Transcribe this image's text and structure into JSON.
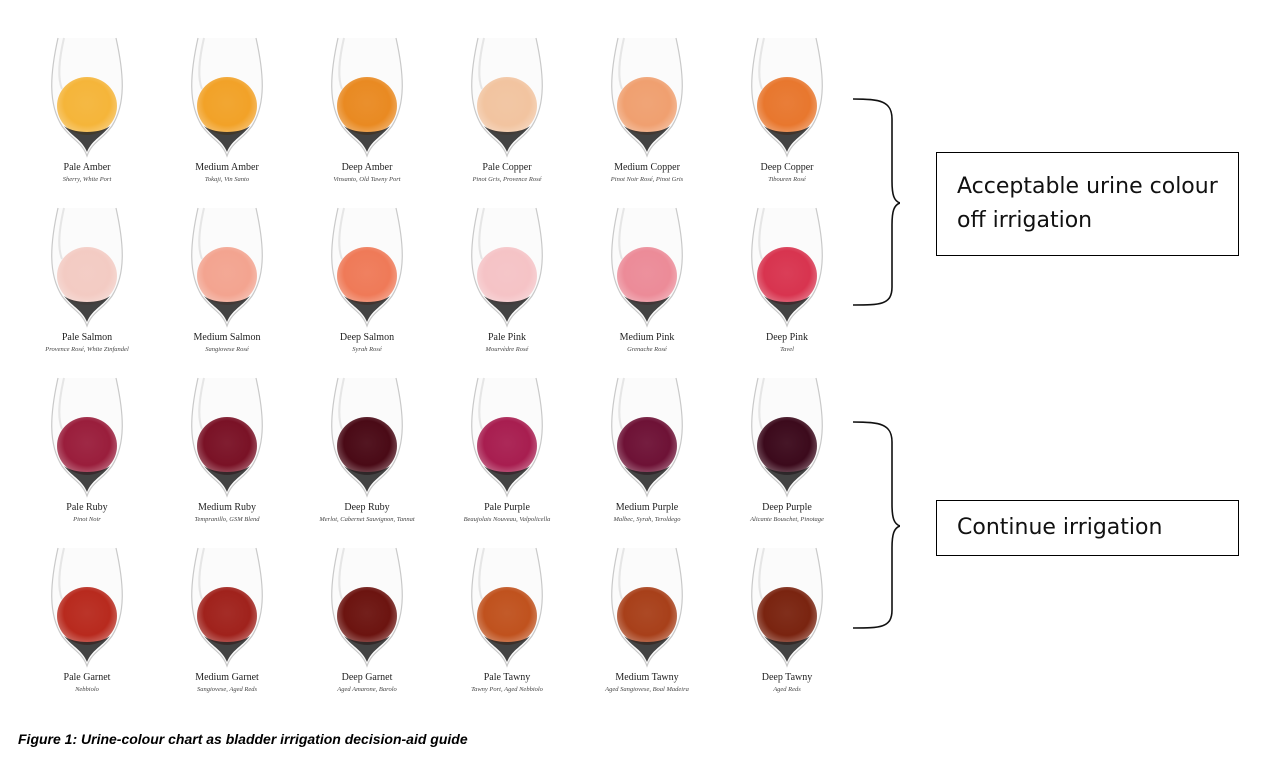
{
  "wines": [
    {
      "name": "Pale Amber",
      "examples": "Sherry, White Port",
      "color": "#f5b53a"
    },
    {
      "name": "Medium Amber",
      "examples": "Tokaji, Vin Santo",
      "color": "#f2a228"
    },
    {
      "name": "Deep Amber",
      "examples": "Vinsanto, Old Tawny Port",
      "color": "#e98a22"
    },
    {
      "name": "Pale Copper",
      "examples": "Pinot Gris, Provence Rosé",
      "color": "#f2c4a0"
    },
    {
      "name": "Medium Copper",
      "examples": "Pinot Noir Rosé, Pinot Gris",
      "color": "#f0a070"
    },
    {
      "name": "Deep Copper",
      "examples": "Tibouren Rosé",
      "color": "#e8772e"
    },
    {
      "name": "Pale Salmon",
      "examples": "Provence Rosé, White Zinfandel",
      "color": "#f3cbc3"
    },
    {
      "name": "Medium Salmon",
      "examples": "Sangiovese Rosé",
      "color": "#f3a490"
    },
    {
      "name": "Deep Salmon",
      "examples": "Syrah Rosé",
      "color": "#ef7a58"
    },
    {
      "name": "Pale Pink",
      "examples": "Mourvèdre Rosé",
      "color": "#f5c3c6"
    },
    {
      "name": "Medium Pink",
      "examples": "Grenache Rosé",
      "color": "#ec8b98"
    },
    {
      "name": "Deep Pink",
      "examples": "Tavel",
      "color": "#d8344f"
    },
    {
      "name": "Pale Ruby",
      "examples": "Pinot Noir",
      "color": "#9a1e3c"
    },
    {
      "name": "Medium Ruby",
      "examples": "Tempranillo, GSM Blend",
      "color": "#7a1226"
    },
    {
      "name": "Deep Ruby",
      "examples": "Merlot, Cabernet Sauvignon, Tannat",
      "color": "#4a0a16"
    },
    {
      "name": "Pale Purple",
      "examples": "Beaujolais Nouveau, Valpolicella",
      "color": "#a81e50"
    },
    {
      "name": "Medium Purple",
      "examples": "Malbec, Syrah, Teroldego",
      "color": "#6e1236"
    },
    {
      "name": "Deep Purple",
      "examples": "Alicante Bouschet, Pinotage",
      "color": "#3c0a1c"
    },
    {
      "name": "Pale Garnet",
      "examples": "Nebbiolo",
      "color": "#b82a1e"
    },
    {
      "name": "Medium Garnet",
      "examples": "Sangiovese, Aged Reds",
      "color": "#a0221c"
    },
    {
      "name": "Deep Garnet",
      "examples": "Aged Amarone, Barolo",
      "color": "#6c1410"
    },
    {
      "name": "Pale Tawny",
      "examples": "Tawny Port, Aged Nebbiolo",
      "color": "#c0521e"
    },
    {
      "name": "Medium Tawny",
      "examples": "Aged Sangiovese, Boal Madeira",
      "color": "#a8401a"
    },
    {
      "name": "Deep Tawny",
      "examples": "Aged Reds",
      "color": "#7a2410"
    }
  ],
  "callouts": {
    "acceptable": "Acceptable urine colour off irrigation",
    "continue": "Continue irrigation"
  },
  "caption": "Figure 1: Urine-colour chart as bladder irrigation decision-aid guide"
}
